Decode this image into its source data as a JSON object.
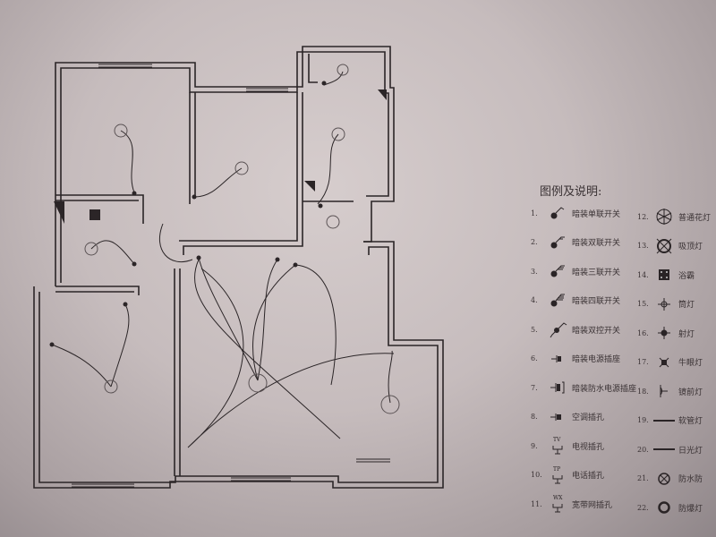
{
  "legend": {
    "title": "图例及说明:",
    "left_items": [
      {
        "num": "1.",
        "label": "暗装单联开关",
        "icon": "single-switch"
      },
      {
        "num": "2.",
        "label": "暗装双联开关",
        "icon": "double-switch"
      },
      {
        "num": "3.",
        "label": "暗装三联开关",
        "icon": "triple-switch"
      },
      {
        "num": "4.",
        "label": "暗装四联开关",
        "icon": "quad-switch"
      },
      {
        "num": "5.",
        "label": "暗装双控开关",
        "icon": "two-way-switch"
      },
      {
        "num": "6.",
        "label": "暗装电源插座",
        "icon": "power-socket"
      },
      {
        "num": "7.",
        "label": "暗装防水电源插座",
        "icon": "waterproof-socket"
      },
      {
        "num": "8.",
        "label": "空调插孔",
        "icon": "ac-socket"
      },
      {
        "num": "9.",
        "label": "电视插孔",
        "icon": "tv-socket",
        "tag": "TV"
      },
      {
        "num": "10.",
        "label": "电话插孔",
        "icon": "phone-socket",
        "tag": "TP"
      },
      {
        "num": "11.",
        "label": "宽带网插孔",
        "icon": "network-socket",
        "tag": "WX"
      }
    ],
    "right_items": [
      {
        "num": "12.",
        "label": "普通花灯",
        "icon": "chandelier"
      },
      {
        "num": "13.",
        "label": "吸顶灯",
        "icon": "ceiling-light"
      },
      {
        "num": "14.",
        "label": "浴霸",
        "icon": "bath-heater"
      },
      {
        "num": "15.",
        "label": "筒灯",
        "icon": "downlight"
      },
      {
        "num": "16.",
        "label": "射灯",
        "icon": "spotlight"
      },
      {
        "num": "17.",
        "label": "牛眼灯",
        "icon": "bullseye-light"
      },
      {
        "num": "18.",
        "label": "镜前灯",
        "icon": "mirror-light"
      },
      {
        "num": "19.",
        "label": "软管灯",
        "icon": "hose-light"
      },
      {
        "num": "20.",
        "label": "日光灯",
        "icon": "fluorescent-light"
      },
      {
        "num": "21.",
        "label": "防水防",
        "icon": "waterproof-light"
      },
      {
        "num": "22.",
        "label": "防爆灯",
        "icon": "explosion-proof-light"
      }
    ]
  },
  "colors": {
    "ink": "#2a2426",
    "paper": "#cfc6c6"
  }
}
